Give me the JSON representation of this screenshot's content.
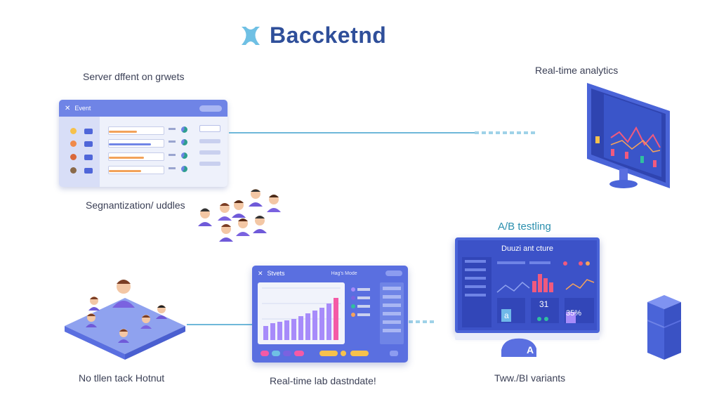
{
  "title": {
    "text": "Baccketnd",
    "logo_icon": "x-cross-logo-icon"
  },
  "captions": {
    "server": "Server dffent on grwets",
    "realtime_analytics": "Real-time analytics",
    "segmentation": "Segnantization/ uddles",
    "ab_testing": "A/B testling",
    "no_tlien": "No tllen tack Hotnut",
    "realtime_lab": "Real-time lab dastndate!",
    "variants": "Tww./BI variants"
  },
  "event_panel": {
    "name": "Event"
  },
  "events_dashboard": {
    "name": "Stvets",
    "header_note": "Hag's Mode"
  },
  "ab_monitor": {
    "heading": "Duuzi ant cture",
    "tile_a": "a",
    "tile_b": "31",
    "tile_c": "35%",
    "label_a": "A"
  },
  "colors": {
    "accent": "#5a6fe0",
    "title": "#2f4f9a",
    "connector": "#6fb8d9",
    "screen": "#3c52c8",
    "bars": "#a78bfa",
    "highlight_bar": "#f45aa6"
  }
}
